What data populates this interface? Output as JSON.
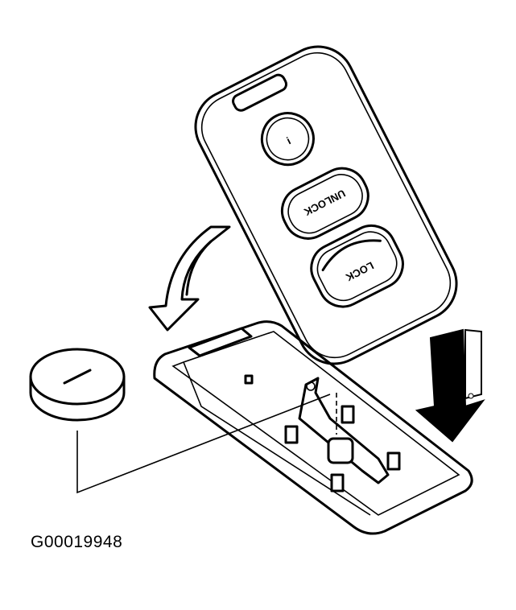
{
  "figure_id": "G00019948",
  "fob": {
    "info_button": "i",
    "unlock_button": "UNLOCK",
    "lock_button": "LOCK"
  },
  "colors": {
    "line": "#000000",
    "background": "#ffffff",
    "arrow_fill": "#000000"
  }
}
